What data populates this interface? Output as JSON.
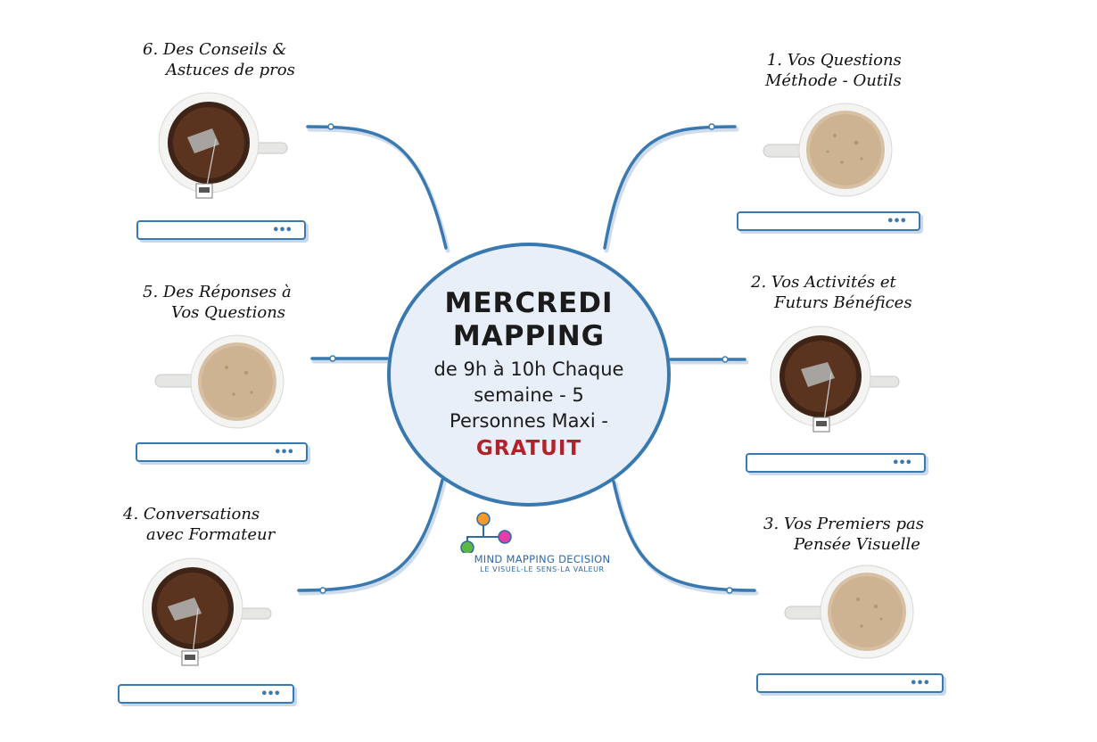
{
  "center": {
    "line1": "MERCREDI",
    "line2": "MAPPING",
    "line3": "de 9h à 10h Chaque",
    "line4": "semaine - 5",
    "line5": "Personnes Maxi -",
    "line6": "GRATUIT"
  },
  "branches": [
    {
      "id": "b1",
      "line1": "1.   Vos Questions",
      "line2": "Méthode - Outils",
      "cup": "milk-coffee-cup-icon",
      "more": "•••"
    },
    {
      "id": "b2",
      "line1": "2.  Vos Activités et",
      "line2": "Futurs Bénéfices",
      "cup": "tea-bag-cup-icon",
      "more": "•••"
    },
    {
      "id": "b3",
      "line1": "3. Vos Premiers pas",
      "line2": "Pensée Visuelle",
      "cup": "milk-coffee-cup-icon",
      "more": "•••"
    },
    {
      "id": "b4",
      "line1": "4.   Conversations",
      "line2": "avec Formateur",
      "cup": "tea-bag-cup-icon",
      "more": "•••"
    },
    {
      "id": "b5",
      "line1": "5.  Des Réponses à",
      "line2": "Vos Questions",
      "cup": "milk-coffee-cup-icon",
      "more": "•••"
    },
    {
      "id": "b6",
      "line1": "6.  Des Conseils &",
      "line2": "Astuces de pros",
      "cup": "tea-bag-cup-icon",
      "more": "•••"
    }
  ],
  "logo": {
    "name": "MIND MAPPING DECISION",
    "tagline": "LE VISUEL-LE SENS-LA VALEUR"
  },
  "colors": {
    "line": "#3a79b0",
    "center_bg": "#e9eff8",
    "gratuit": "#b1222a",
    "logo_orange": "#f29a2e",
    "logo_magenta": "#e43fa6",
    "logo_green": "#5db745",
    "logo_blue": "#2c6aa8"
  }
}
